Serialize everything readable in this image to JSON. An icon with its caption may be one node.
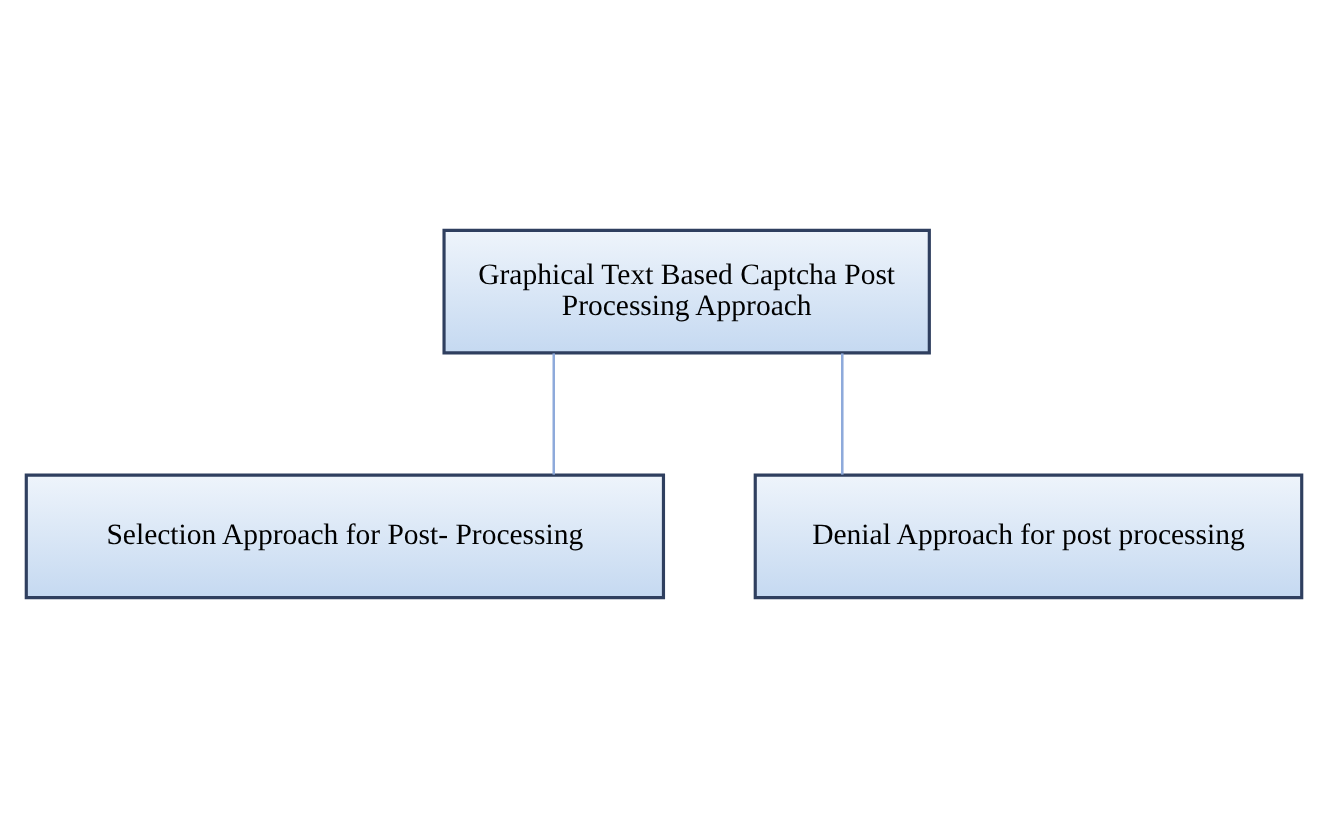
{
  "diagram": {
    "nodes": [
      {
        "text": [
          "Graphical Text Based Captcha Post Processing Approach"
        ]
      },
      {
        "text": [
          "Selection Approach for Post- Processing"
        ]
      },
      {
        "text": [
          "Denial Approach for post processing"
        ]
      }
    ],
    "edges": [
      {
        "from": 0,
        "to": 1,
        "arrow": "none"
      },
      {
        "from": 0,
        "to": 2,
        "arrow": "none"
      }
    ]
  }
}
